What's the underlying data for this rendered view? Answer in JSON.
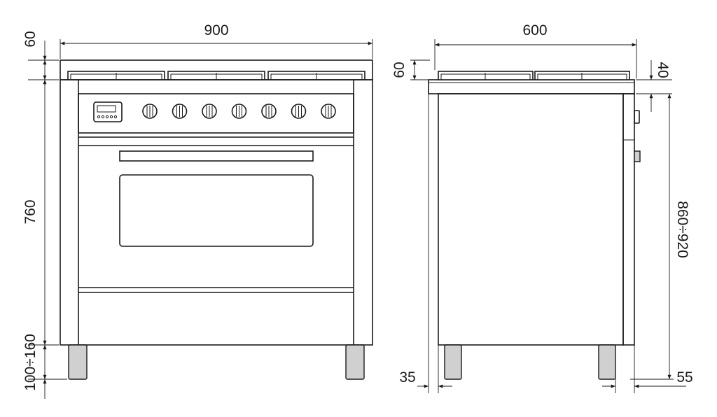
{
  "dimensions": {
    "front_width": "900",
    "front_top_height": "60",
    "front_body_height": "760",
    "front_leg_height": "100÷160",
    "side_depth": "600",
    "side_top_height": "60",
    "side_top_thickness": "40",
    "side_total_height": "860÷920",
    "side_leg_offset": "35",
    "side_rear_offset": "55"
  },
  "knob_count": 7
}
